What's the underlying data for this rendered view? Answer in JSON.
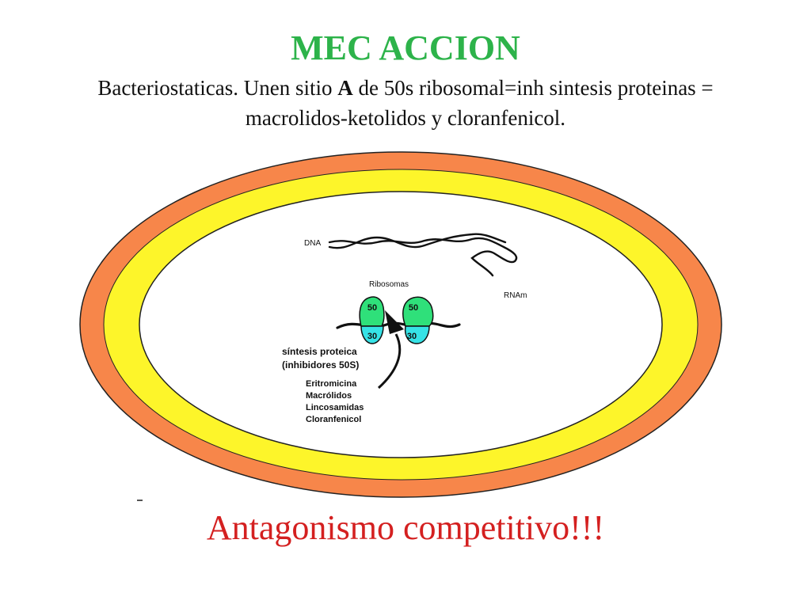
{
  "header": {
    "title": "MEC ACCION",
    "subtitle_pre": "Bacteriostaticas. Unen sitio ",
    "subtitle_bold": "A",
    "subtitle_post": " de 50s ribosomal=inh sintesis proteinas = macrolidos-ketolidos y cloranfenicol."
  },
  "diagram": {
    "dna_label": "DNA",
    "ribosomes_label": "Ribosomas",
    "rna_label": "RNAm",
    "subunit_large": "50",
    "subunit_small": "30",
    "inhibitor_title_1": "síntesis proteica",
    "inhibitor_title_2": "(inhibidores 50S)",
    "drugs": [
      "Eritromicina",
      "Macrólidos",
      "Lincosamidas",
      "Cloranfenicol"
    ],
    "colors": {
      "outer_membrane": "#f7864a",
      "cell_wall": "#fdf52a",
      "subunit_large": "#2fe07a",
      "subunit_small": "#36e2e6"
    }
  },
  "footer": {
    "text": "Antagonismo competitivo!!!"
  }
}
